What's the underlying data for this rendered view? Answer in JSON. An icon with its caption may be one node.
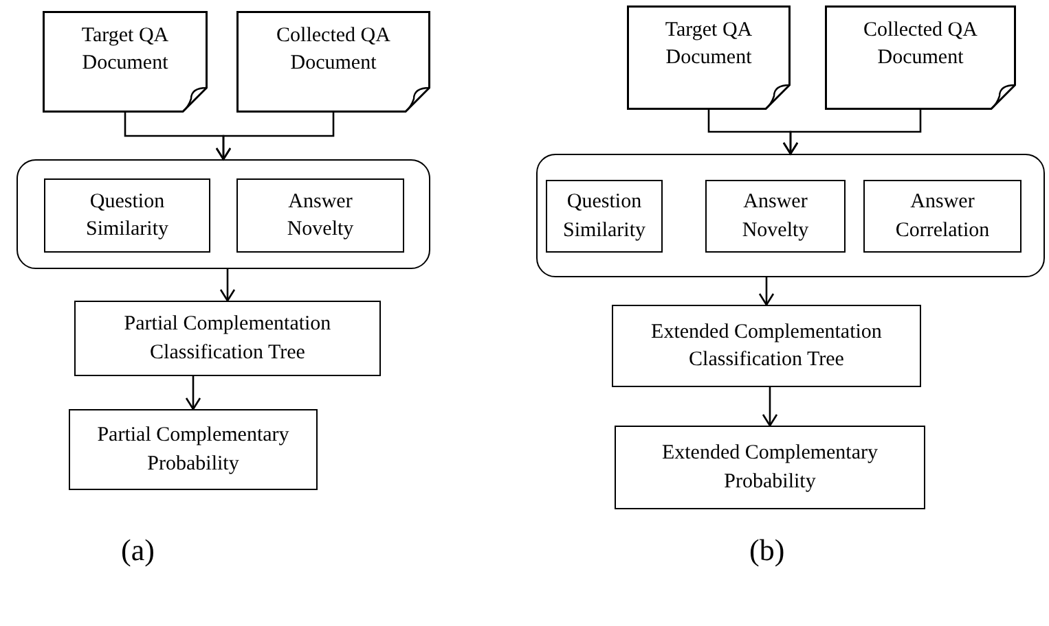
{
  "diagram": {
    "nodes": [
      {
        "text": [
          "Target QA Document"
        ]
      },
      {
        "text": [
          "Collected QA Document"
        ]
      },
      {
        "text": [],
        "shape": "box"
      },
      {
        "text": [
          "Question Similarity"
        ],
        "in": 2
      },
      {
        "text": [
          "Answer Novelty"
        ],
        "in": 2
      },
      {
        "text": [
          "Partial Complementation Classification Tree"
        ]
      },
      {
        "text": [
          "Partial Complementary Probability"
        ]
      },
      {
        "text": [
          "Target QA Document"
        ]
      },
      {
        "text": [
          "Collected QA Document"
        ]
      },
      {
        "text": [],
        "shape": "box"
      },
      {
        "text": [
          "Question Similarity"
        ],
        "in": 9
      },
      {
        "text": [
          "Answer Novelty"
        ],
        "in": 9
      },
      {
        "text": [
          "Answer Correlation"
        ],
        "in": 9
      },
      {
        "text": [
          "Extended Complementation Classification Tree"
        ]
      },
      {
        "text": [
          "Extended Complementary Probability"
        ]
      }
    ],
    "edges": [
      {
        "from": 0,
        "to": 2,
        "arrow": "to"
      },
      {
        "from": 1,
        "to": 2,
        "arrow": "to"
      },
      {
        "from": 2,
        "to": 5,
        "arrow": "to"
      },
      {
        "from": 5,
        "to": 6,
        "arrow": "to"
      },
      {
        "from": 7,
        "to": 9,
        "arrow": "to"
      },
      {
        "from": 8,
        "to": 9,
        "arrow": "to"
      },
      {
        "from": 9,
        "to": 13,
        "arrow": "to"
      },
      {
        "from": 13,
        "to": 14,
        "arrow": "to"
      }
    ],
    "labels": [
      "(a)",
      "(b)"
    ]
  }
}
